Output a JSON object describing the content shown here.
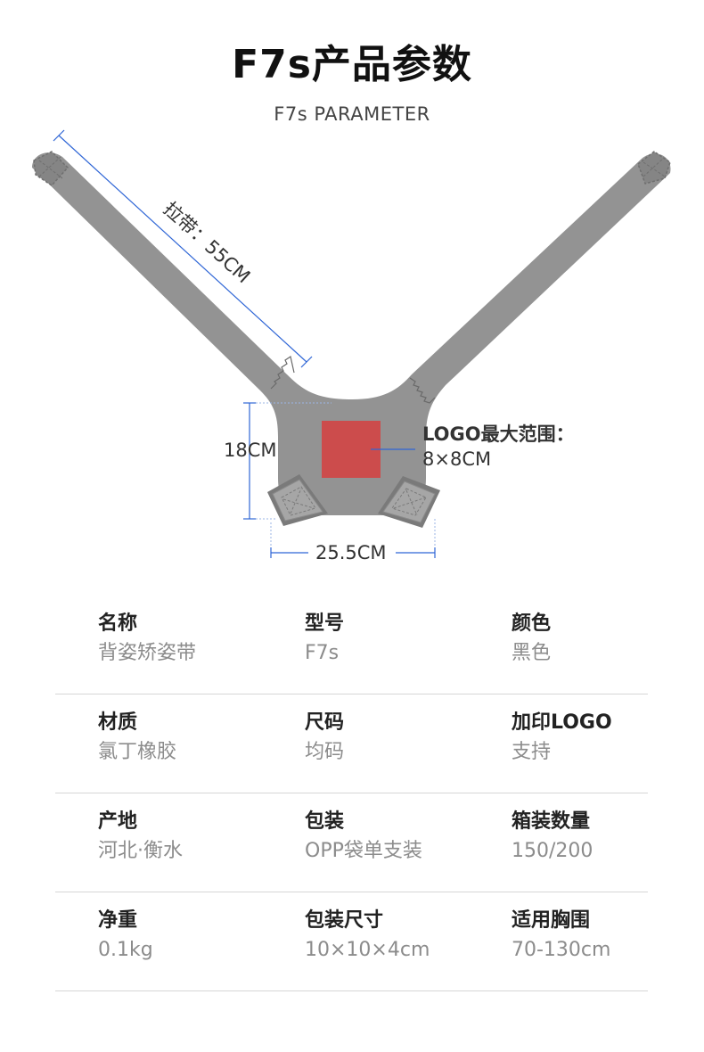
{
  "header": {
    "title": "F7s产品参数",
    "subtitle": "F7s PARAMETER"
  },
  "diagram": {
    "strap_label": "拉带：55CM",
    "height_label": "18CM",
    "width_label": "25.5CM",
    "logo_area_title": "LOGO最大范围：",
    "logo_area_size": "8×8CM",
    "colors": {
      "strap": "#939393",
      "strap_dark": "#808080",
      "logo_box": "#cc4c4c",
      "dimension_line": "#2f66d6"
    }
  },
  "specs": [
    [
      {
        "label": "名称",
        "value": "背姿矫姿带"
      },
      {
        "label": "型号",
        "value": "F7s"
      },
      {
        "label": "颜色",
        "value": "黑色"
      }
    ],
    [
      {
        "label": "材质",
        "value": "氯丁橡胶"
      },
      {
        "label": "尺码",
        "value": "均码"
      },
      {
        "label": "加印LOGO",
        "value": "支持"
      }
    ],
    [
      {
        "label": "产地",
        "value": "河北·衡水"
      },
      {
        "label": "包装",
        "value": "OPP袋单支装"
      },
      {
        "label": "箱装数量",
        "value": "150/200"
      }
    ],
    [
      {
        "label": "净重",
        "value": "0.1kg"
      },
      {
        "label": "包装尺寸",
        "value": "10×10×4cm"
      },
      {
        "label": "适用胸围",
        "value": "70-130cm"
      }
    ]
  ]
}
